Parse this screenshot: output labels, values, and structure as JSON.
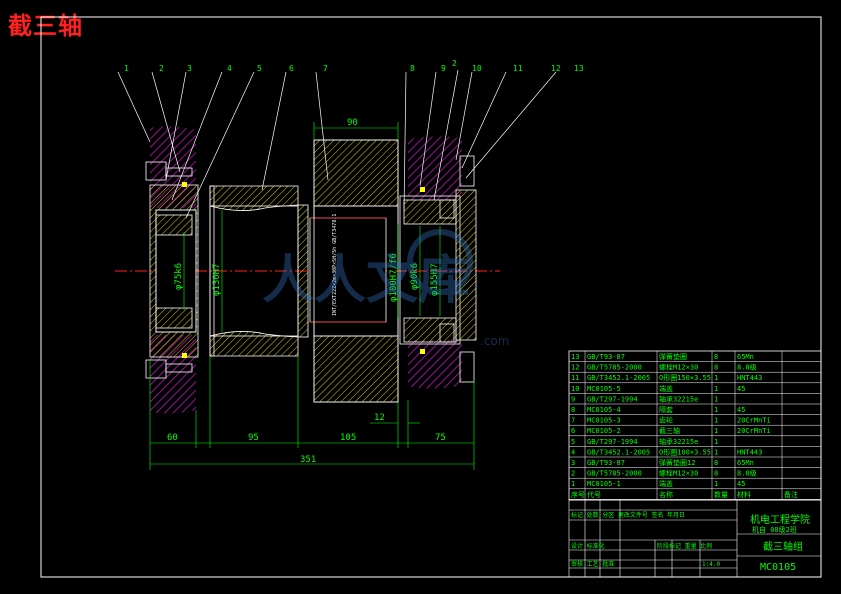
{
  "title": "截三轴",
  "watermark": {
    "main": "人人文库",
    "sub": ".com"
  },
  "colors": {
    "frame": "#ffffff",
    "dim": "#00ff00",
    "hatch": "#c010c0",
    "center": "#ff2020",
    "line": "#ffffff",
    "yellow": "#ffff00"
  },
  "leaders": [
    "1",
    "2",
    "3",
    "4",
    "5",
    "6",
    "7",
    "8",
    "9",
    "2",
    "10",
    "11",
    "12",
    "13"
  ],
  "dims": {
    "d90": "90",
    "d12": "12",
    "d60": "60",
    "d95": "95",
    "d105": "105",
    "d75": "75",
    "d351": "351",
    "v1": "φ75k6",
    "v2": "φ130H7",
    "v3": "φ100H7/f6",
    "v4": "φ90k6",
    "v5": "φ155H7",
    "spline": "INT/EXT22Z×2m×30P×5H/5h GB/T3478.1"
  },
  "bom": [
    {
      "no": "13",
      "code": "GB/T93-87",
      "name": "弹簧垫圈",
      "qty": "8",
      "mat": "65Mn"
    },
    {
      "no": "12",
      "code": "GB/T5785-2000",
      "name": "螺栓M12×30",
      "qty": "8",
      "mat": "8.8级"
    },
    {
      "no": "11",
      "code": "GB/T3452.1-2005",
      "name": "O形圈150×3.55",
      "qty": "1",
      "mat": "HNT443"
    },
    {
      "no": "10",
      "code": "MC0105-5",
      "name": "端盖",
      "qty": "1",
      "mat": "45"
    },
    {
      "no": "9",
      "code": "GB/T297-1994",
      "name": "轴承32215e",
      "qty": "1",
      "mat": ""
    },
    {
      "no": "8",
      "code": "MC0105-4",
      "name": "隔套",
      "qty": "1",
      "mat": "45"
    },
    {
      "no": "7",
      "code": "MC0105-3",
      "name": "齿轮",
      "qty": "1",
      "mat": "20CrMnTi"
    },
    {
      "no": "6",
      "code": "MC0105-2",
      "name": "截三轴",
      "qty": "1",
      "mat": "20CrMnTi"
    },
    {
      "no": "5",
      "code": "GB/T297-1994",
      "name": "轴承32215e",
      "qty": "1",
      "mat": ""
    },
    {
      "no": "4",
      "code": "GB/T3452.1-2005",
      "name": "O形圈100×3.55",
      "qty": "1",
      "mat": "HNT443"
    },
    {
      "no": "3",
      "code": "GB/T93-87",
      "name": "弹簧垫圈12",
      "qty": "8",
      "mat": "65Mn"
    },
    {
      "no": "2",
      "code": "GB/T5785-2000",
      "name": "螺栓M12×30",
      "qty": "8",
      "mat": "8.8级"
    },
    {
      "no": "1",
      "code": "MC0105-1",
      "name": "端盖",
      "qty": "1",
      "mat": "45"
    }
  ],
  "bom_header": {
    "no": "序号",
    "code": "代号",
    "name": "名称",
    "qty": "数量",
    "mat": "材料",
    "note": "备注"
  },
  "title_block": {
    "school": "机电工程学院",
    "subtitle": "机自 08级2班",
    "drawing": "截三轴组",
    "number": "MC0105",
    "scale": "1:4.0",
    "r1": "标记 处数 分区 更改文件号 签名 年月日",
    "r2": "阶段标记 重量 比例",
    "r3": "设计 标准化",
    "r4": "审核 工艺 批准"
  }
}
